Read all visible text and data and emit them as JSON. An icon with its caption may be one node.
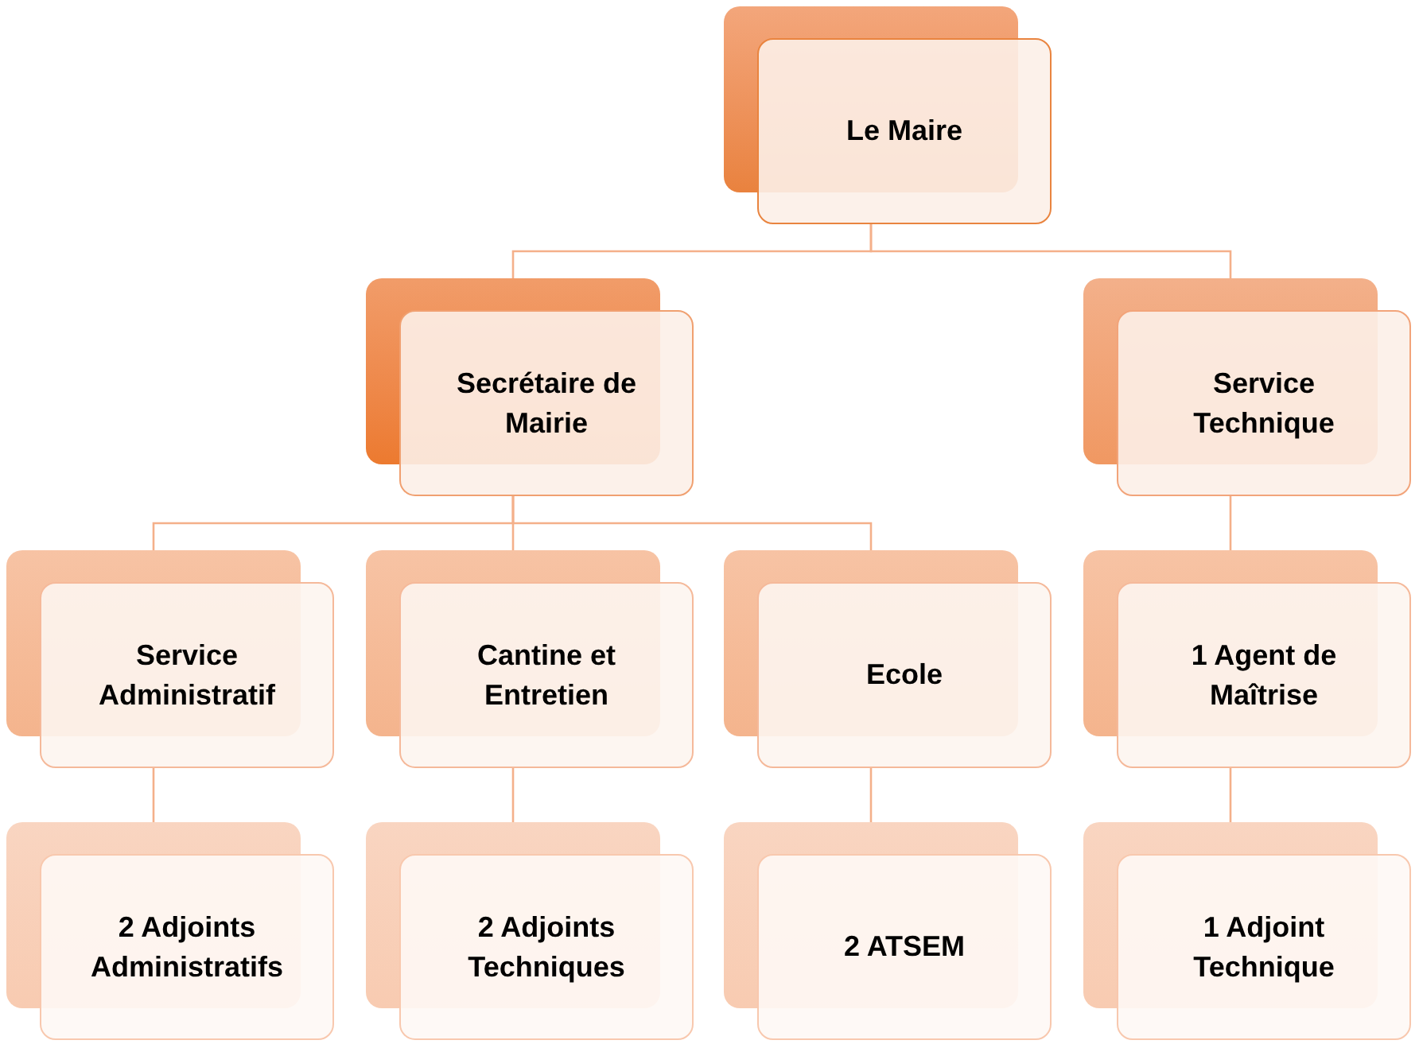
{
  "diagram": {
    "nodes": [
      {
        "text": [
          "Le Maire"
        ]
      },
      {
        "text": [
          "Secrétaire de Mairie"
        ]
      },
      {
        "text": [
          "Service Technique"
        ]
      },
      {
        "text": [
          "Service Administratif"
        ]
      },
      {
        "text": [
          "Cantine et Entretien"
        ]
      },
      {
        "text": [
          "Ecole"
        ]
      },
      {
        "text": [
          "1 Agent de Maîtrise"
        ]
      },
      {
        "text": [
          "2 Adjoints Administratifs"
        ]
      },
      {
        "text": [
          "2 Adjoints Techniques"
        ]
      },
      {
        "text": [
          "2 ATSEM"
        ]
      },
      {
        "text": [
          "1 Adjoint Technique"
        ]
      }
    ],
    "edges": [
      {
        "from": 0,
        "to": 1,
        "arrow": "none"
      },
      {
        "from": 0,
        "to": 2,
        "arrow": "none"
      },
      {
        "from": 1,
        "to": 3,
        "arrow": "none"
      },
      {
        "from": 1,
        "to": 4,
        "arrow": "none"
      },
      {
        "from": 1,
        "to": 5,
        "arrow": "none"
      },
      {
        "from": 2,
        "to": 6,
        "arrow": "none"
      },
      {
        "from": 3,
        "to": 7,
        "arrow": "none"
      },
      {
        "from": 4,
        "to": 8,
        "arrow": "none"
      },
      {
        "from": 5,
        "to": 9,
        "arrow": "none"
      },
      {
        "from": 6,
        "to": 10,
        "arrow": "none"
      }
    ]
  }
}
